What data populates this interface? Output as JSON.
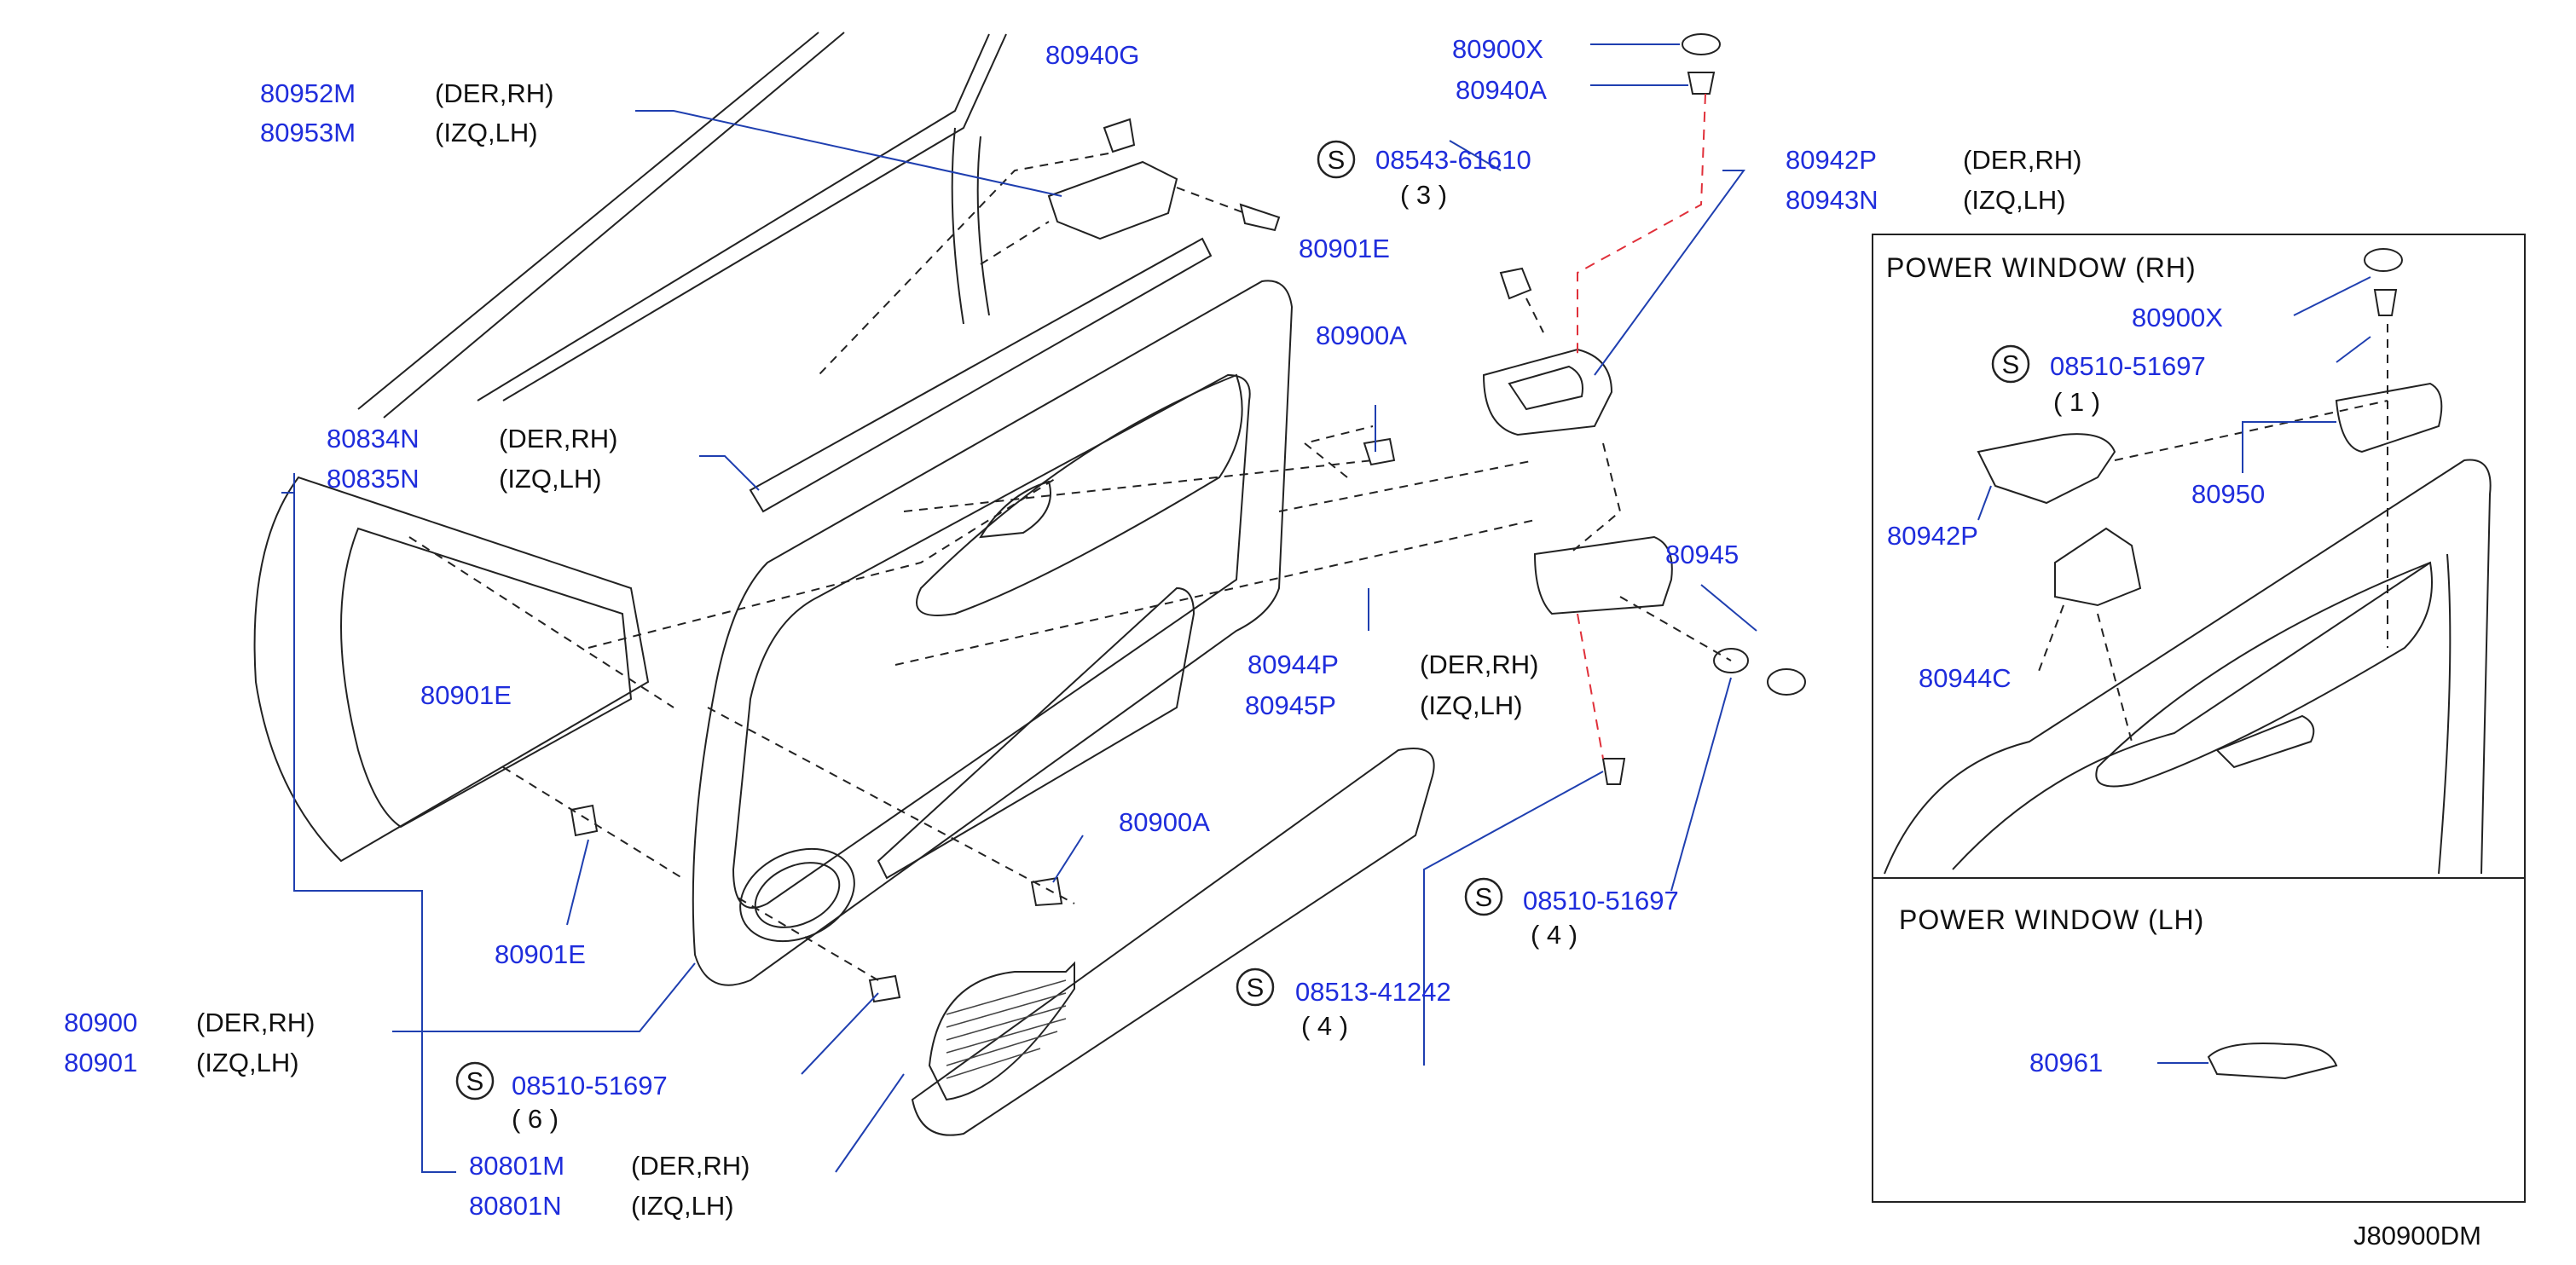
{
  "diagram_code": "J80900DM",
  "inset_rh": {
    "title": "POWER  WINDOW  (RH)"
  },
  "inset_lh": {
    "title": "POWER  WINDOW  (LH)"
  },
  "labels": {
    "l01": {
      "part": "80952M",
      "desc": "(DER,RH)"
    },
    "l02": {
      "part": "80953M",
      "desc": "(IZQ,LH)"
    },
    "l03": {
      "part": "80940G"
    },
    "l04": {
      "part": "08543-61610",
      "qty": "( 3 )"
    },
    "l05": {
      "part": "80900X"
    },
    "l06": {
      "part": "80940A"
    },
    "l07": {
      "part": "80942P",
      "desc": "(DER,RH)"
    },
    "l08": {
      "part": "80943N",
      "desc": "(IZQ,LH)"
    },
    "l09": {
      "part": "80901E"
    },
    "l10": {
      "part": "80900A"
    },
    "l11": {
      "part": "80834N",
      "desc": "(DER,RH)"
    },
    "l12": {
      "part": "80835N",
      "desc": "(IZQ,LH)"
    },
    "l13": {
      "part": "80945"
    },
    "l14": {
      "part": "80944P",
      "desc": "(DER,RH)"
    },
    "l15": {
      "part": "80945P",
      "desc": "(IZQ,LH)"
    },
    "l16": {
      "part": "80901E"
    },
    "l17": {
      "part": "80900A"
    },
    "l18": {
      "part": "80901E"
    },
    "l19": {
      "part": "08510-51697",
      "qty": "( 4 )"
    },
    "l20": {
      "part": "08513-41242",
      "qty": "( 4 )"
    },
    "l21": {
      "part": "80900",
      "desc": "(DER,RH)"
    },
    "l22": {
      "part": "80901",
      "desc": "(IZQ,LH)"
    },
    "l23": {
      "part": "08510-51697",
      "qty": "( 6 )"
    },
    "l24": {
      "part": "80801M",
      "desc": "(DER,RH)"
    },
    "l25": {
      "part": "80801N",
      "desc": "(IZQ,LH)"
    },
    "r01": {
      "part": "80900X"
    },
    "r02": {
      "part": "08510-51697",
      "qty": "( 1 )"
    },
    "r03": {
      "part": "80950"
    },
    "r04": {
      "part": "80942P"
    },
    "r05": {
      "part": "80944C"
    },
    "h01": {
      "part": "80961"
    }
  },
  "symbols": {
    "screw": "S"
  }
}
